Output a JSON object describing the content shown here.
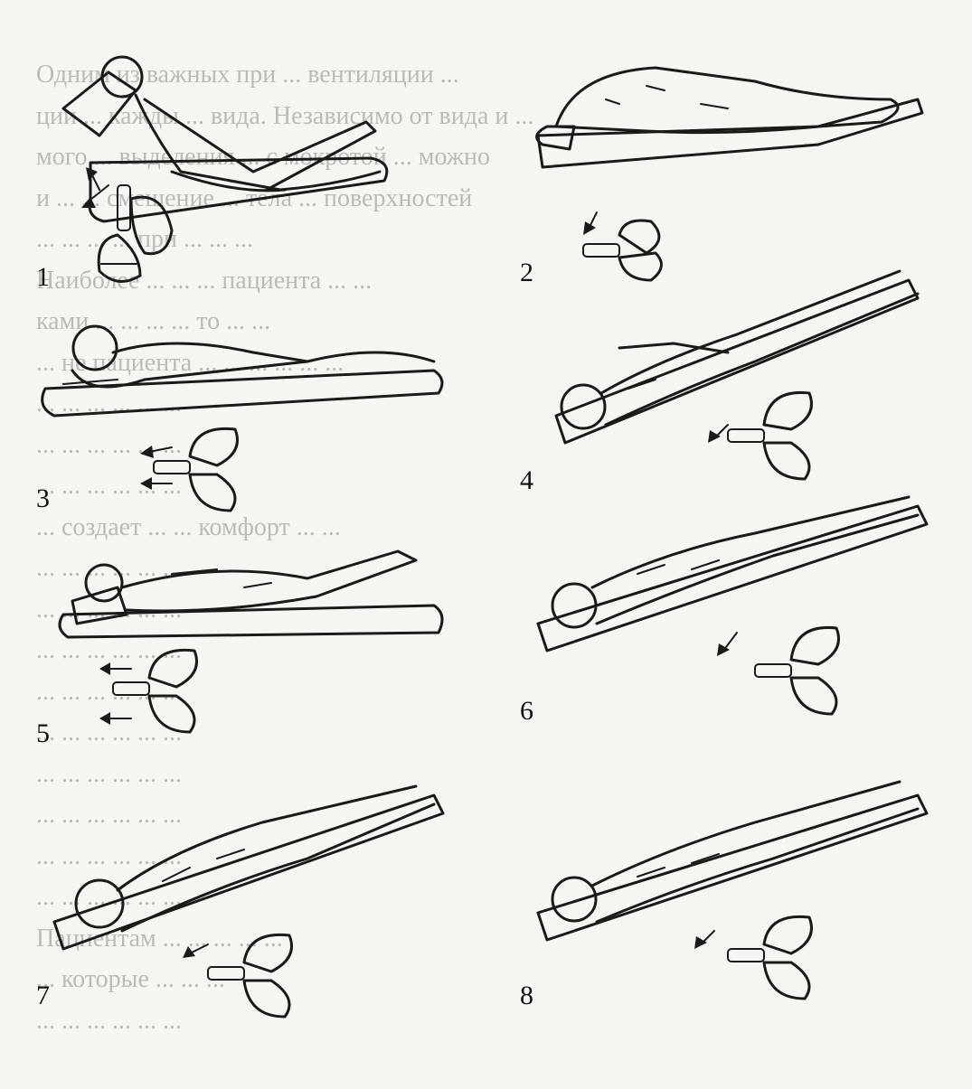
{
  "background_text": [
    "Одним из важных при ... вентиляции ...",
    "ции ... кажды ... вида. Независимо от вида и ...",
    "мого ... выделения ... с мокротой ... можно",
    "и ... ... смещение ... тела ... поверхностей",
    "... ... ... ... при ... ... ...",
    "Наиболее ... ... ... пациента ... ...",
    "ками ... ... ... ... то ... ...",
    "... не пациента ... ... ... ... ... ...",
    "... ... ... ... ... ...",
    "... ... ... ... ... ...",
    "... ... ... ... ... ...",
    "... создает ... ... комфорт ... ...",
    "... ... ... ... ... ...",
    "... ... ... ... ... ...",
    "... ... ... ... ... ...",
    "... ... ... ... ... ...",
    "... ... ... ... ... ...",
    "... ... ... ... ... ...",
    "... ... ... ... ... ...",
    "... ... ... ... ... ...",
    "... ... ... ... ... ...",
    "Пациентам ... ... ... ... ...",
    "... которые ... ... ...",
    "... ... ... ... ... ..."
  ],
  "panels": [
    {
      "number": "1"
    },
    {
      "number": "2"
    },
    {
      "number": "3"
    },
    {
      "number": "4"
    },
    {
      "number": "5"
    },
    {
      "number": "6"
    },
    {
      "number": "7"
    },
    {
      "number": "8"
    }
  ]
}
